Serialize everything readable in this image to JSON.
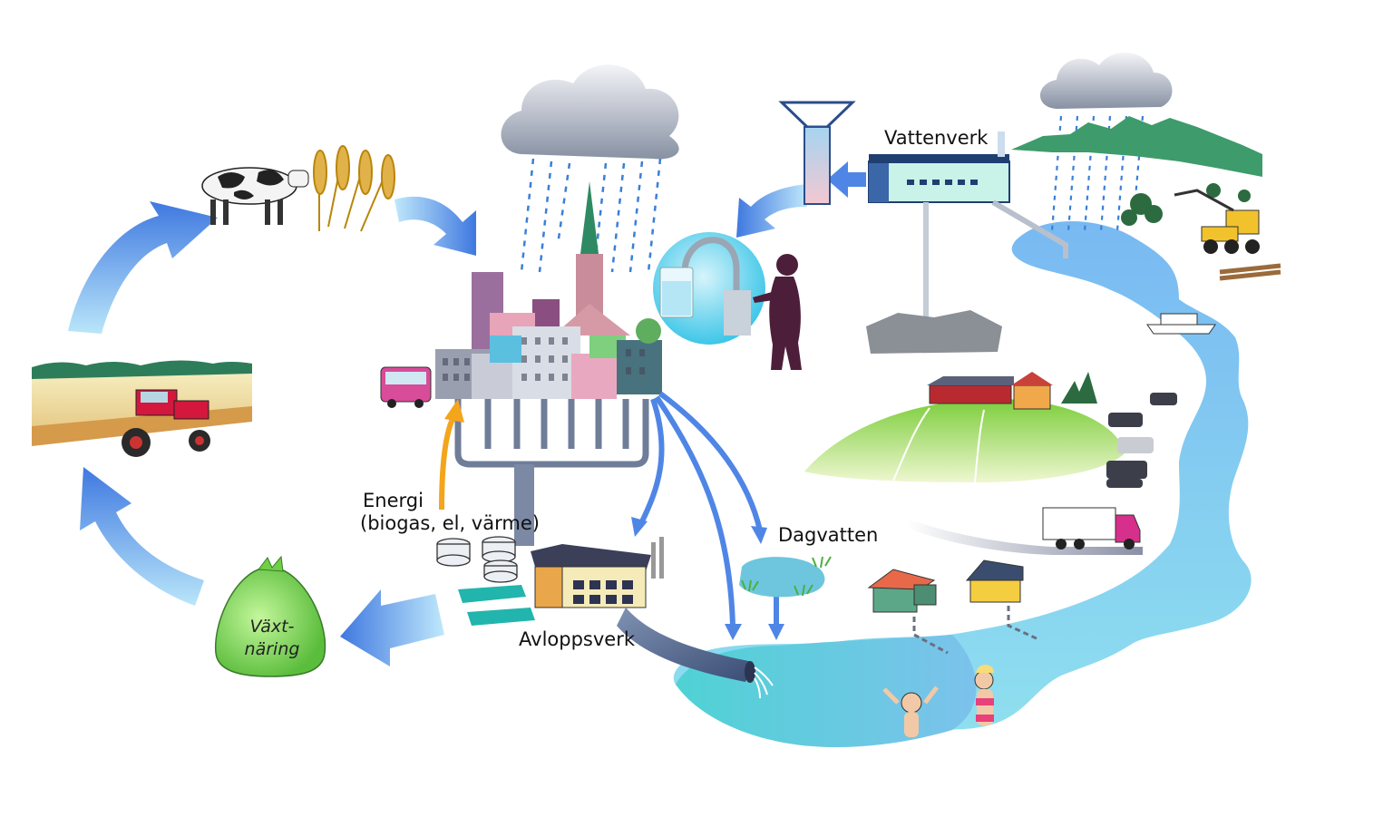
{
  "labels": {
    "vattenverk": "Vattenverk",
    "energi_line1": "Energi",
    "energi_line2": "(biogas, el, värme)",
    "dagvatten": "Dagvatten",
    "avloppsverk": "Avloppsverk",
    "vaxtnaring_line1": "Växt-",
    "vaxtnaring_line2": "näring"
  },
  "colors": {
    "arrow_blue": "#4f86e6",
    "arrow_light": "#a9d8f6",
    "energy_arrow": "#f3a51c",
    "water": "#7ec8ee",
    "lake": "#57cfd6",
    "field_green": "#8fd14b",
    "cloud": "#9ea7b8",
    "bag_green": "#8ee36a"
  },
  "icons": [
    "cow-icon",
    "wheat-icon",
    "tractor-icon",
    "cloud-icon",
    "rain-icon",
    "city-icon",
    "bus-icon",
    "water-tap-icon",
    "person-icon",
    "rain-gauge-icon",
    "waterworks-icon",
    "forest-icon",
    "harvester-icon",
    "ship-icon",
    "farm-icon",
    "truck-icon",
    "house-icon",
    "swimmer-icon",
    "biogas-tank-icon",
    "treatment-plant-icon",
    "nutrient-bag-icon",
    "outlet-pipe-icon"
  ]
}
